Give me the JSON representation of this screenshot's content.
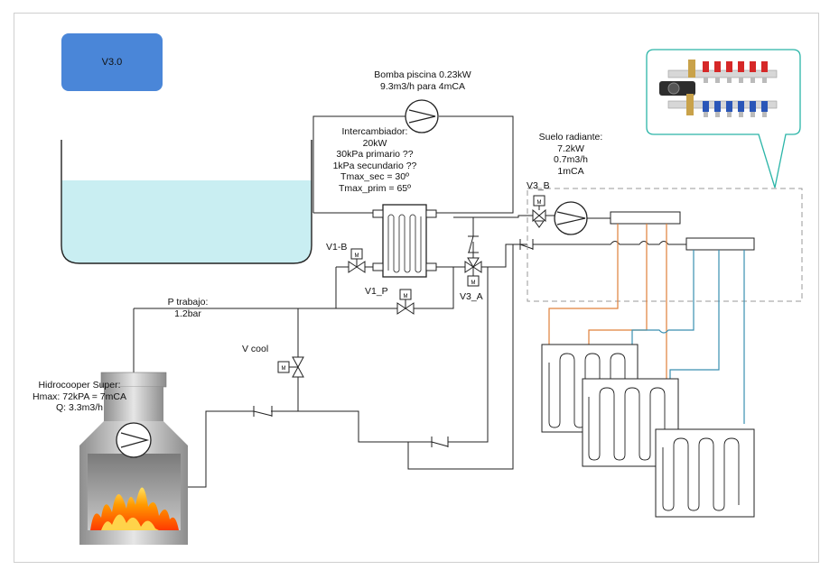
{
  "version_badge": "V3.0",
  "pump_pool": {
    "line1": "Bomba piscina 0.23kW",
    "line2": "9.3m3/h para 4mCA"
  },
  "exchanger": {
    "line1": "Intercambiador:",
    "line2": "20kW",
    "line3": "30kPa primario ??",
    "line4": "1kPa secundario ??",
    "line5": "Tmax_sec = 30º",
    "line6": "Tmax_prim = 65º"
  },
  "floor_heating": {
    "line1": "Suelo radiante:",
    "line2": "7.2kW",
    "line3": "0.7m3/h",
    "line4": "1mCA"
  },
  "valves": {
    "v3b": "V3_B",
    "v1b": "V1-B",
    "v1p": "V1_P",
    "v3a": "V3_A",
    "vcool": "V cool"
  },
  "valve_motor_mark": "M",
  "pressure": {
    "line1": "P trabajo:",
    "line2": "1.2bar"
  },
  "hidrocooper": {
    "line1": "Hidrocooper Super:",
    "line2": "Hmax: 72kPA = 7mCA",
    "line3": "Q: 3.3m3/h"
  },
  "colors": {
    "water": "#c9eef2",
    "badge": "#4a86d8",
    "hot_pipe": "#e0803a",
    "cold_pipe": "#3a8fb0",
    "callout": "#2bb5a8"
  }
}
